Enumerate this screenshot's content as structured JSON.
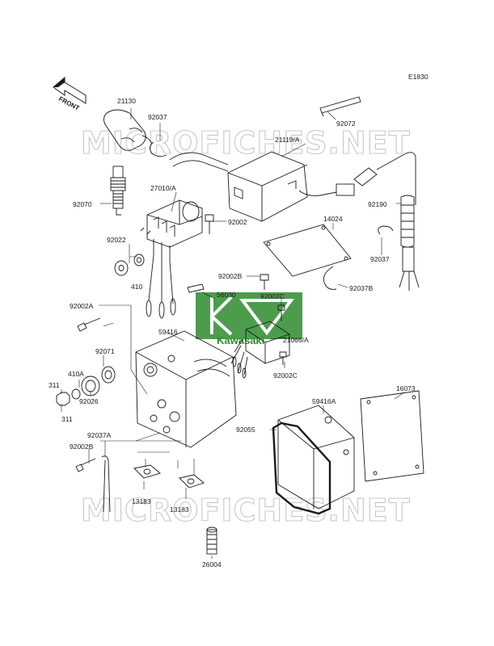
{
  "diagram": {
    "code": "E1830",
    "front_label": "FRONT",
    "accent_color": "#2e8b2e",
    "watermark": {
      "text": "MICROFICHES.NET",
      "color": "#c8c8c8"
    },
    "logo": {
      "text": "Kawasaki",
      "color": "#2e8b2e"
    },
    "labels": {
      "p21130": "21130",
      "p92037_top": "92037",
      "p21119A": "21119/A",
      "p92072": "92072",
      "p92070": "92070",
      "p27010A": "27010/A",
      "p92002": "92002",
      "p92190": "92190",
      "p14024": "14024",
      "p92037_right": "92037",
      "p92022": "92022",
      "p410": "410",
      "p92002B_mid": "92002B",
      "p92037B": "92037B",
      "p56030": "56030",
      "p92002C_top": "92002C",
      "p92002A": "92002A",
      "p59416": "59416",
      "p21066A": "21066/A",
      "p92071": "92071",
      "p92002C_bot": "92002C",
      "p410A": "410A",
      "p311_top": "311",
      "p92026": "92026",
      "p311_bot": "311",
      "p16073": "16073",
      "p59416A": "59416A",
      "p92055": "92055",
      "p92037A": "92037A",
      "p92002B_low": "92002B",
      "p13183_left": "13183",
      "p13183_right": "13183",
      "p26004": "26004"
    }
  }
}
